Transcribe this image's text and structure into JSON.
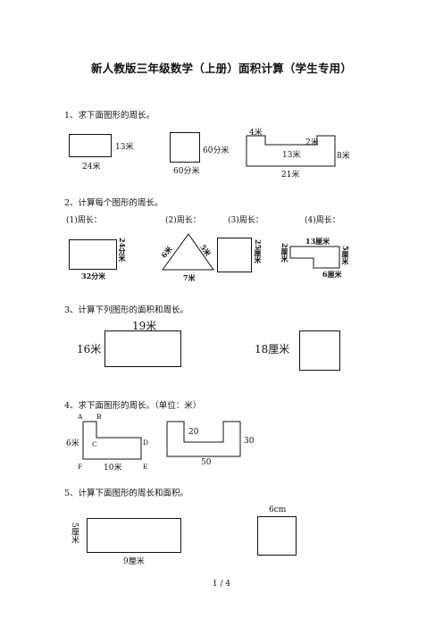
{
  "title": "新人教版三年级数学（上册）面积计算（学生专用）",
  "q1": {
    "label": "1、求下面图形的周长。",
    "rect": {
      "side": "13米",
      "bottom": "24米"
    },
    "square": {
      "side": "60分米",
      "bottom": "60分米"
    },
    "shape": {
      "top_left": "4米",
      "top_right": "2米",
      "middle": "13米",
      "right": "8米",
      "bottom": "21米"
    }
  },
  "q2": {
    "label": "2、计算每个图形的周长。",
    "sub": [
      "(1)周长：",
      "(2)周长：",
      "(3)周长：",
      "(4)周长："
    ],
    "rect": {
      "side": "24分米",
      "bottom": "32分米"
    },
    "triangle": {
      "left": "6米",
      "right": "5米",
      "bottom": "7米"
    },
    "square": {
      "side": "25厘米"
    },
    "shape": {
      "top": "13厘米",
      "left": "2厘米",
      "right": "5厘米",
      "bottom": "6厘米"
    }
  },
  "q3": {
    "label": "3、计算下列图形的面积和周长。",
    "rect": {
      "top": "19米",
      "left": "16米"
    },
    "square": {
      "left": "18厘米"
    }
  },
  "q4": {
    "label": "4、求下面图形的周长。（单位：米）",
    "shape1": {
      "A": "A",
      "B": "B",
      "C": "C",
      "D": "D",
      "E": "E",
      "F": "F",
      "left": "6米",
      "bottom": "10米"
    },
    "shape2": {
      "inner": "20",
      "right": "30",
      "bottom": "50"
    }
  },
  "q5": {
    "label": "5、计算下面图形的周长和面积。",
    "rect": {
      "left": "5厘米",
      "bottom": "9厘米"
    },
    "square": {
      "top": "6cm"
    }
  },
  "footer": "1 / 4"
}
